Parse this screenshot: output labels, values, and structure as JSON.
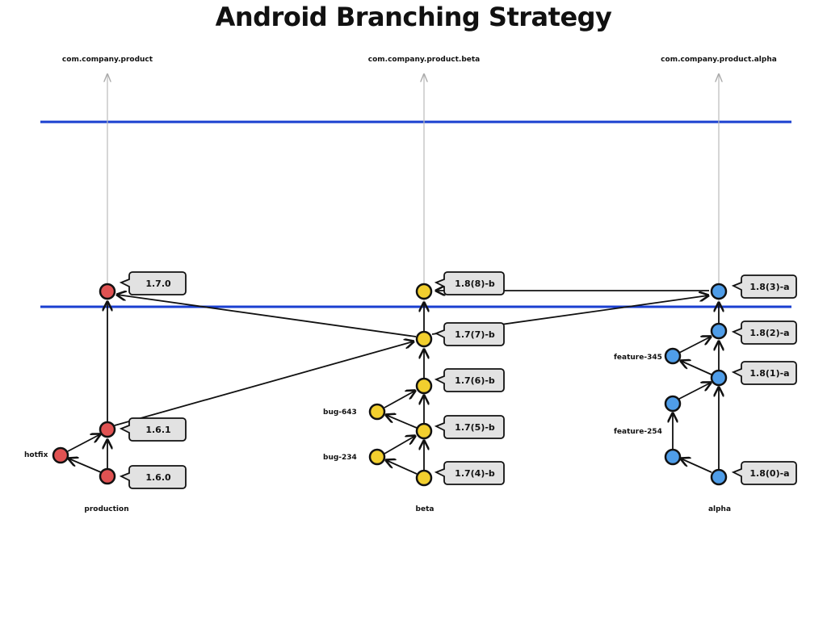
{
  "title": "Android Branching Strategy",
  "colors": {
    "production": "#e05252",
    "beta": "#f2cf2e",
    "alpha": "#4f9de8",
    "release_line": "#1a3fd0",
    "trunk": "#bbbbbb"
  },
  "packages": [
    {
      "id": "production",
      "name": "com.company.product"
    },
    {
      "id": "beta",
      "name": "com.company.product.beta"
    },
    {
      "id": "alpha",
      "name": "com.company.product.alpha"
    }
  ],
  "branches": [
    {
      "id": "production",
      "label": "production"
    },
    {
      "id": "beta",
      "label": "beta"
    },
    {
      "id": "alpha",
      "label": "alpha"
    }
  ],
  "side_branches": [
    {
      "id": "hotfix",
      "label": "hotfix"
    },
    {
      "id": "bug-643",
      "label": "bug-643"
    },
    {
      "id": "bug-234",
      "label": "bug-234"
    },
    {
      "id": "feature-345",
      "label": "feature-345"
    },
    {
      "id": "feature-254",
      "label": "feature-254"
    }
  ],
  "versions": [
    {
      "id": "p0",
      "branch": "production",
      "label": "1.6.0"
    },
    {
      "id": "p1",
      "branch": "production",
      "label": "1.6.1"
    },
    {
      "id": "p2",
      "branch": "production",
      "label": "1.7.0"
    },
    {
      "id": "b4",
      "branch": "beta",
      "label": "1.7(4)-b"
    },
    {
      "id": "b5",
      "branch": "beta",
      "label": "1.7(5)-b"
    },
    {
      "id": "b6",
      "branch": "beta",
      "label": "1.7(6)-b"
    },
    {
      "id": "b7",
      "branch": "beta",
      "label": "1.7(7)-b"
    },
    {
      "id": "b8",
      "branch": "beta",
      "label": "1.8(8)-b"
    },
    {
      "id": "a0",
      "branch": "alpha",
      "label": "1.8(0)-a"
    },
    {
      "id": "a1",
      "branch": "alpha",
      "label": "1.8(1)-a"
    },
    {
      "id": "a2",
      "branch": "alpha",
      "label": "1.8(2)-a"
    },
    {
      "id": "a3",
      "branch": "alpha",
      "label": "1.8(3)-a"
    }
  ]
}
